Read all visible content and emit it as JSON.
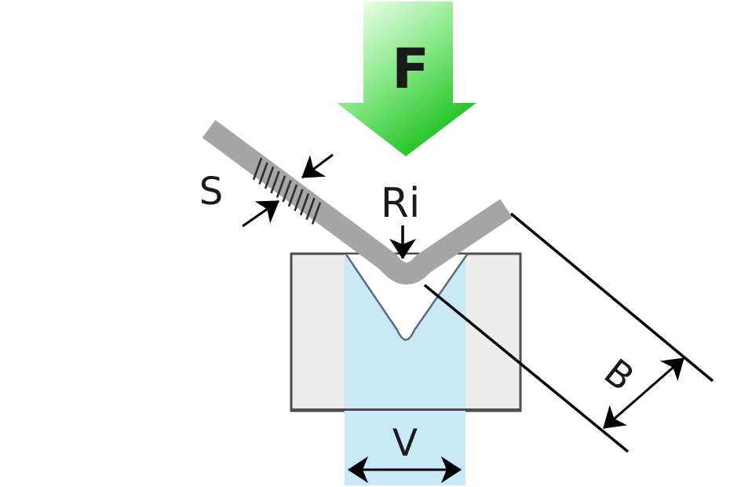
{
  "diagram": {
    "type": "technical-diagram",
    "subject": "Sheet metal air bending on a press brake V-die",
    "labels": {
      "force": "F",
      "sheet_thickness": "S",
      "inner_bend_radius": "Ri",
      "bend_leg_width": "B",
      "die_opening_width": "V"
    },
    "colors": {
      "force_arrow_gradient_light": "#f4fff4",
      "force_arrow_gradient_mid": "#8cea8c",
      "force_arrow_green": "#2fc72f",
      "force_arrow_deep_green": "#1db31d",
      "sheet_gray": "#a6a6a6",
      "hatch_dark": "#2d2d2d",
      "die_fill": "#ededed",
      "die_border": "#4d4d4d",
      "die_opening_blue": "#c9e9f9",
      "groove_outline": "#5c6c76",
      "dimension_black": "#000000",
      "background": "#ffffff"
    }
  }
}
